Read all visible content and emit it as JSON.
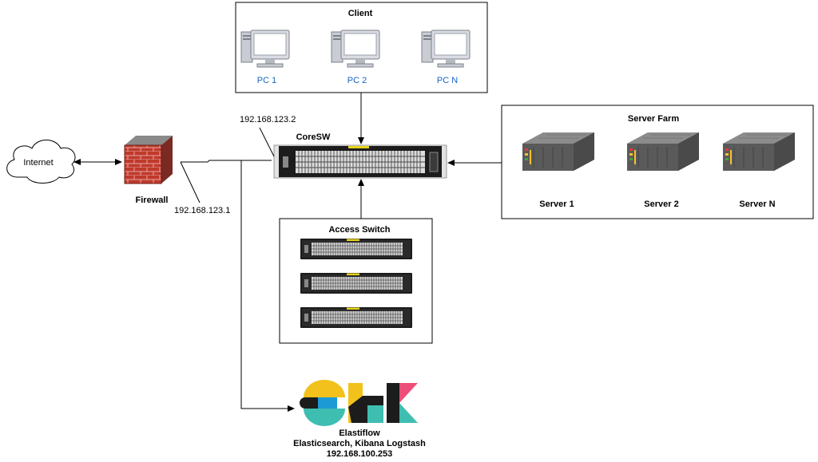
{
  "client": {
    "title": "Client",
    "pcs": [
      {
        "label": "PC 1"
      },
      {
        "label": "PC 2"
      },
      {
        "label": "PC N"
      }
    ]
  },
  "internet": {
    "label": "Internet"
  },
  "firewall": {
    "label": "Firewall",
    "ip": "192.168.123.1"
  },
  "core_switch": {
    "label": "CoreSW",
    "ip": "192.168.123.2"
  },
  "server_farm": {
    "title": "Server Farm",
    "servers": [
      {
        "label": "Server 1"
      },
      {
        "label": "Server 2"
      },
      {
        "label": "Server N"
      }
    ]
  },
  "access_switch": {
    "title": "Access Switch",
    "count": 3
  },
  "elk": {
    "line1": "Elastiflow",
    "line2": "Elasticsearch, Kibana Logstash",
    "ip": "192.168.100.253"
  },
  "colors": {
    "pc_link": "#1565c0",
    "firewall_brick": "#c0392b",
    "switch_led": "#e6d21a",
    "elk_yellow": "#f2c11c",
    "elk_teal": "#3ebeb0",
    "elk_pink": "#ec4d79",
    "elk_blue": "#1c9ad6"
  },
  "icons": [
    "cloud-icon",
    "firewall-icon",
    "pc-icon",
    "switch-icon",
    "server-icon",
    "elk-logo"
  ]
}
